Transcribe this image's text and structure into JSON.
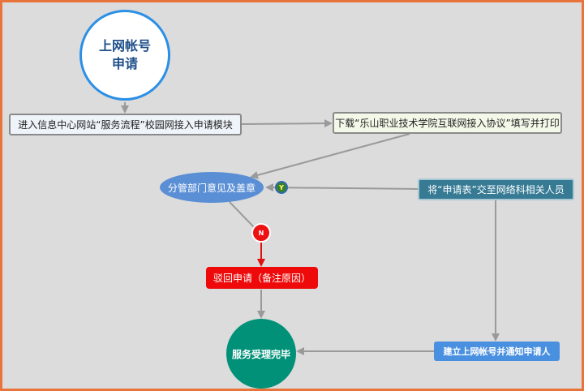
{
  "nodes": {
    "start": "上网帐号申请",
    "step1": "进入信息中心网站“服务流程”校园网接入申请模块",
    "step2": "下载“乐山职业技术学院互联网接入协议”填写并打印",
    "approval": "分管部门意见及盖章",
    "handover": "将“申请表”交至网络科相关人员",
    "reject": "驳回申请（备注原因）",
    "create": "建立上网帐号并通知申请人",
    "end": "服务受理完毕"
  },
  "branches": {
    "yes": "Y",
    "no": "N"
  },
  "colors": {
    "frame_border": "#e8743b",
    "background": "#dcdcdc",
    "edge": "#9a9a9a",
    "reject_edge": "#e01010",
    "start_ring": "#2c8fe6",
    "approval": "#5b8fd5",
    "handover": "#367a94",
    "reject": "#ee0a0a",
    "create": "#4a90e0",
    "end": "#009178"
  }
}
